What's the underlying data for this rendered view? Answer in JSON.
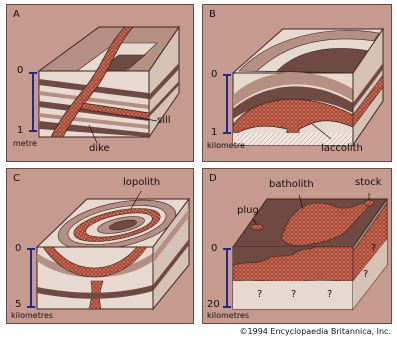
{
  "panels": {
    "a": {
      "letter": "A",
      "scale_top": "0",
      "scale_bottom": "1",
      "unit": "metre",
      "labels": {
        "sill": "sill",
        "dike": "dike"
      }
    },
    "b": {
      "letter": "B",
      "scale_top": "0",
      "scale_bottom": "1",
      "unit": "kilometre",
      "labels": {
        "laccolith": "laccolith"
      }
    },
    "c": {
      "letter": "C",
      "scale_top": "0",
      "scale_bottom": "5",
      "unit": "kilometres",
      "labels": {
        "lopolith": "lopolith"
      }
    },
    "d": {
      "letter": "D",
      "scale_top": "0",
      "scale_bottom": "20",
      "unit": "kilometres",
      "labels": {
        "batholith": "batholith",
        "stock": "stock",
        "plug": "plug",
        "unknown": "?"
      }
    }
  },
  "copyright": "©1994 Encyclopaedia Britannica, Inc.",
  "colors": {
    "panel_bg": "#c79a90",
    "magma": "#a9452f",
    "magma_dot": "#e6b6a8",
    "dark_layer": "#6e4a42",
    "mid_layer": "#b58f84",
    "light_layer": "#e7d9cf",
    "pale_layer": "#f1e7df",
    "scale_bar": "#1e2a8c"
  }
}
